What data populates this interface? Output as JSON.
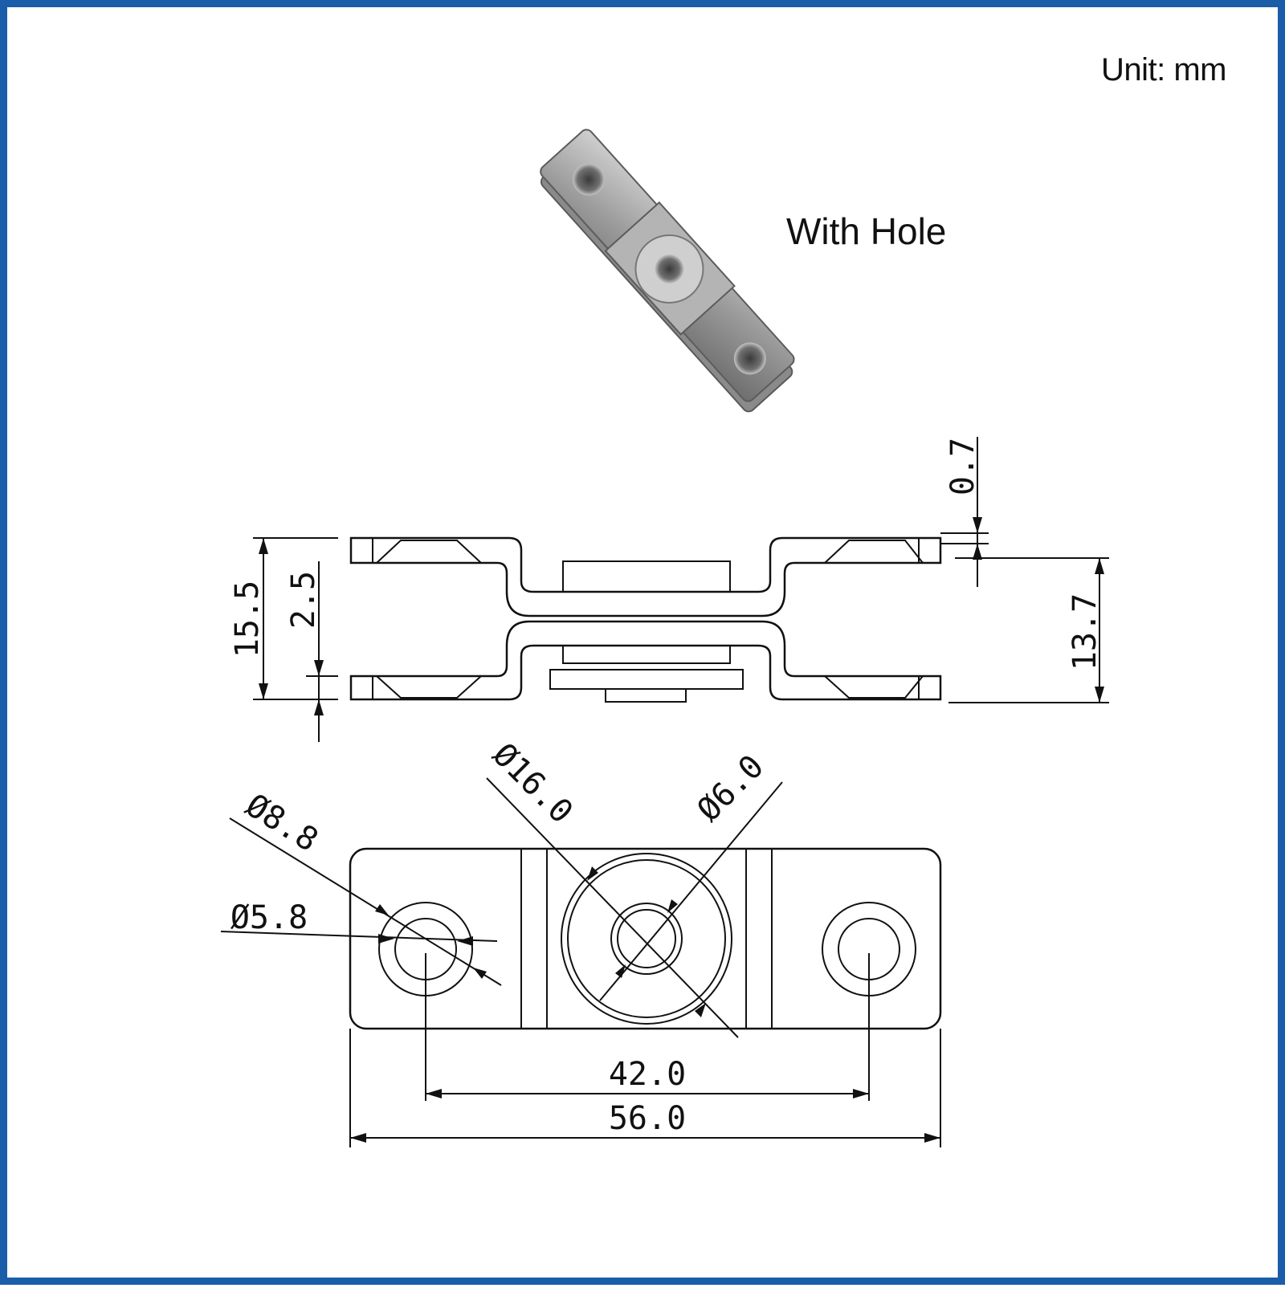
{
  "unit_label": "Unit:  mm",
  "photo_caption": "With Hole",
  "colors": {
    "frame": "#1a5da8",
    "line": "#111111",
    "metal": "#9a9a9a"
  },
  "dimensions": {
    "top_thickness": "0.7",
    "total_height": "15.5",
    "gap": "2.5",
    "inner_height": "13.7",
    "large_diameter": "Ø16.0",
    "small_diameter": "Ø6.0",
    "counterbore_diameter": "Ø8.8",
    "hole_diameter": "Ø5.8",
    "hole_spacing": "42.0",
    "overall_length": "56.0"
  }
}
